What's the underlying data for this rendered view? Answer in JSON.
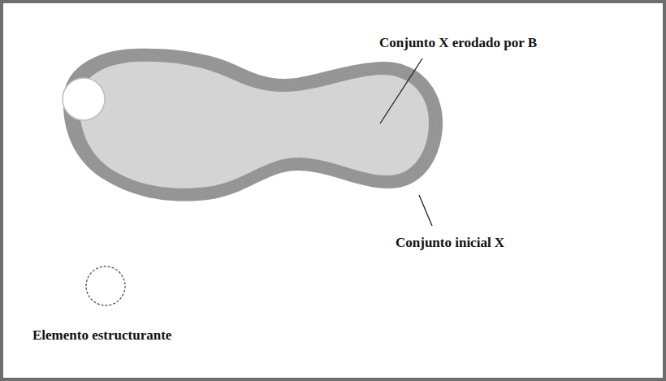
{
  "diagram": {
    "labels": [
      "Conjunto X erodado por B",
      "Conjunto inicial X",
      "Elemento estructurante"
    ]
  }
}
